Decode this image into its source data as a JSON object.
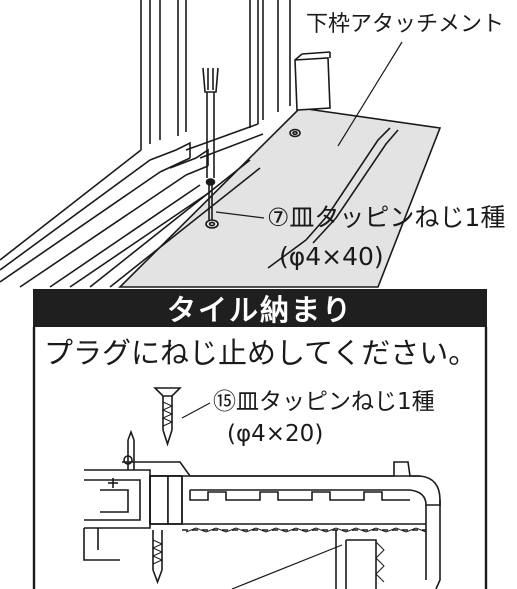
{
  "labels": {
    "lower_frame_attachment": "下枠アタッチメント",
    "screw_7_name": "⑦皿タッピンねじ1種",
    "screw_7_size": "(φ4×40)",
    "section_title": "タイル納まり",
    "instruction": "プラグにねじ止めしてください。",
    "screw_15_name": "⑮皿タッピンねじ1種",
    "screw_15_size": "(φ4×20)"
  },
  "colors": {
    "line": "#1a1a1a",
    "attachment_fill": "#e3e3e3",
    "banner_bg": "#1f1f1f",
    "banner_text": "#ffffff"
  }
}
